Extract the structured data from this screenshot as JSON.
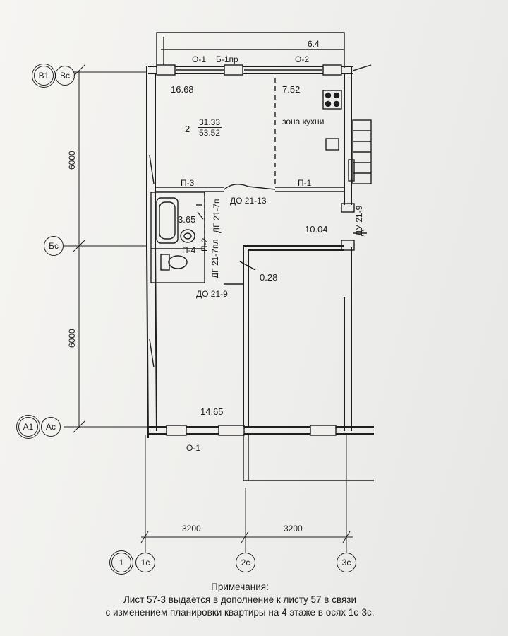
{
  "page": {
    "balcony_area": "6.4",
    "windows": {
      "o1_top": "О-1",
      "balcony_door": "Б-1пр",
      "o2_top": "О-2",
      "o1_bottom": "О-1"
    },
    "axes_rows": {
      "v1": "В1",
      "vs": "Вс",
      "bs": "Бс",
      "a1": "А1",
      "as": "Ас"
    },
    "axes_cols": {
      "c1": "1",
      "c1s": "1с",
      "c2s": "2с",
      "c3s": "3с"
    },
    "dims": {
      "vertical_top": "6000",
      "vertical_bottom": "6000",
      "horizontal_left": "3200",
      "horizontal_right": "3200"
    },
    "rooms": {
      "room_area_top_left": "16.68",
      "kitchen_area": "7.52",
      "kitchen_label": "зона кухни",
      "apartment_rooms": "2",
      "living_area": "31.33",
      "total_area": "53.52",
      "bath_area": "3.65",
      "hall_area": "10.04",
      "closet_area": "0.28",
      "room_area_bottom": "14.65"
    },
    "partitions": {
      "p3": "П-3",
      "p1": "П-1",
      "p2": "П-2",
      "p4": "П-4"
    },
    "doors": {
      "do_21_13": "ДО 21-13",
      "dg_21_7p": "ДГ 21-7п",
      "dg_21_7pl": "ДГ 21-7пл",
      "do_21_9": "ДО 21-9",
      "du_21_9": "ДУ 21-9"
    },
    "note": {
      "title": "Примечания:",
      "line1": "Лист 57-3 выдается в дополнение к листу 57 в связи",
      "line2": "с изменением планировки квартиры на 4 этаже в осях 1с-3с."
    }
  }
}
